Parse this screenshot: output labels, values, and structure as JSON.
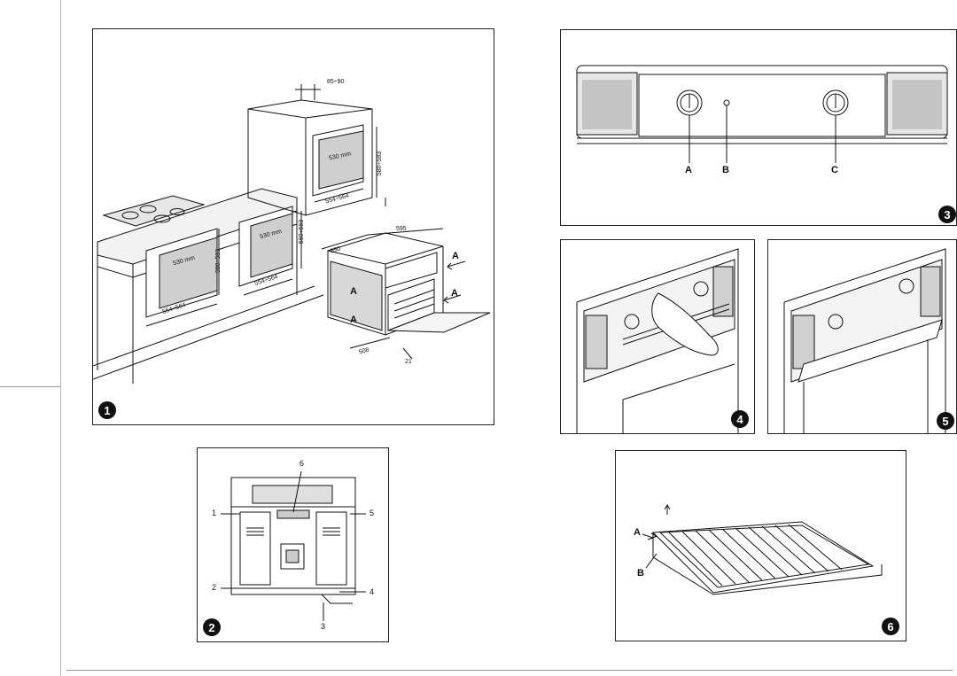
{
  "figures": {
    "fig1": {
      "badge": "1",
      "dims": {
        "top_offset": "85÷90",
        "cavity_width_upper": "530 mm",
        "cavity_height_upper": "580÷583",
        "base_width_upper": "554÷564",
        "cavity_width_mid": "530 mm",
        "cavity_height_mid": "580÷583",
        "base_width_mid": "554÷564",
        "cavity_width_left": "530 mm",
        "cavity_height_left": "580÷583",
        "base_width_left": "554÷564",
        "oven_depth": "595",
        "oven_side": "550",
        "oven_width": "508",
        "oven_front": "21"
      },
      "arrows": [
        "A",
        "A",
        "A",
        "A"
      ]
    },
    "fig2": {
      "badge": "2",
      "callouts": [
        "1",
        "2",
        "3",
        "4",
        "5",
        "6"
      ]
    },
    "fig3": {
      "badge": "3",
      "labels": [
        "A",
        "B",
        "C"
      ]
    },
    "fig4": {
      "badge": "4"
    },
    "fig5": {
      "badge": "5"
    },
    "fig6": {
      "badge": "6",
      "labels": [
        "A",
        "B"
      ]
    }
  }
}
